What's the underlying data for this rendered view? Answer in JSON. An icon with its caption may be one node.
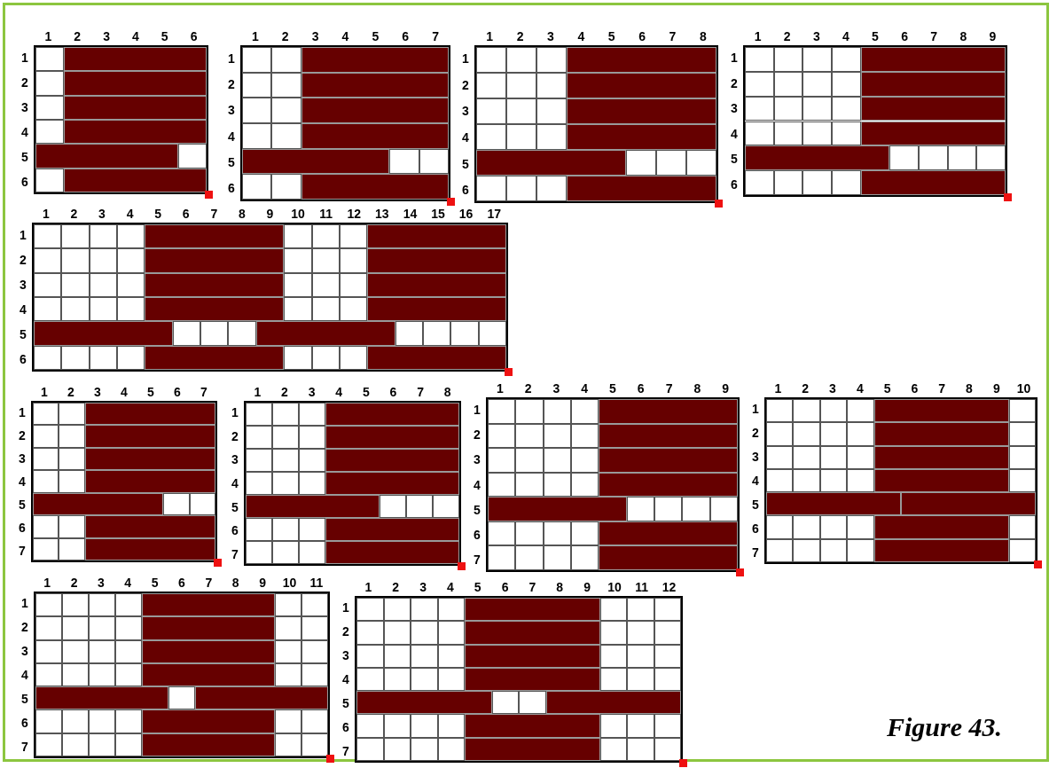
{
  "diagram": {
    "caption": "Figure 43.",
    "labels": [
      "1",
      "2",
      "3",
      "4",
      "5",
      "6",
      "1",
      "2",
      "3",
      "4",
      "5",
      "6",
      "1",
      "2",
      "3",
      "4",
      "5",
      "6",
      "7",
      "1",
      "2",
      "3",
      "4",
      "5",
      "6",
      "1",
      "2",
      "3",
      "4",
      "5",
      "6",
      "7",
      "8",
      "1",
      "2",
      "3",
      "4",
      "5",
      "6",
      "1",
      "2",
      "3",
      "4",
      "5",
      "6",
      "7",
      "8",
      "9",
      "1",
      "2",
      "3",
      "4",
      "5",
      "6",
      "1",
      "2",
      "3",
      "4",
      "5",
      "6",
      "7",
      "8",
      "9",
      "10",
      "11",
      "12",
      "13",
      "14",
      "15",
      "16",
      "17",
      "1",
      "2",
      "3",
      "4",
      "5",
      "6",
      "1",
      "2",
      "3",
      "4",
      "5",
      "6",
      "7",
      "1",
      "2",
      "3",
      "4",
      "5",
      "6",
      "7",
      "1",
      "2",
      "3",
      "4",
      "5",
      "6",
      "7",
      "8",
      "1",
      "2",
      "3",
      "4",
      "5",
      "6",
      "7",
      "1",
      "2",
      "3",
      "4",
      "5",
      "6",
      "7",
      "8",
      "9",
      "1",
      "2",
      "3",
      "4",
      "5",
      "6",
      "7",
      "1",
      "2",
      "3",
      "4",
      "5",
      "6",
      "7",
      "8",
      "9",
      "10",
      "1",
      "2",
      "3",
      "4",
      "5",
      "6",
      "7",
      "1",
      "2",
      "3",
      "4",
      "5",
      "6",
      "7",
      "8",
      "9",
      "10",
      "11",
      "1",
      "2",
      "3",
      "4",
      "5",
      "6",
      "7",
      "1",
      "2",
      "3",
      "4",
      "5",
      "6",
      "7",
      "8",
      "9",
      "10",
      "11",
      "12",
      "1",
      "2",
      "3",
      "4",
      "5",
      "6",
      "7"
    ]
  }
}
